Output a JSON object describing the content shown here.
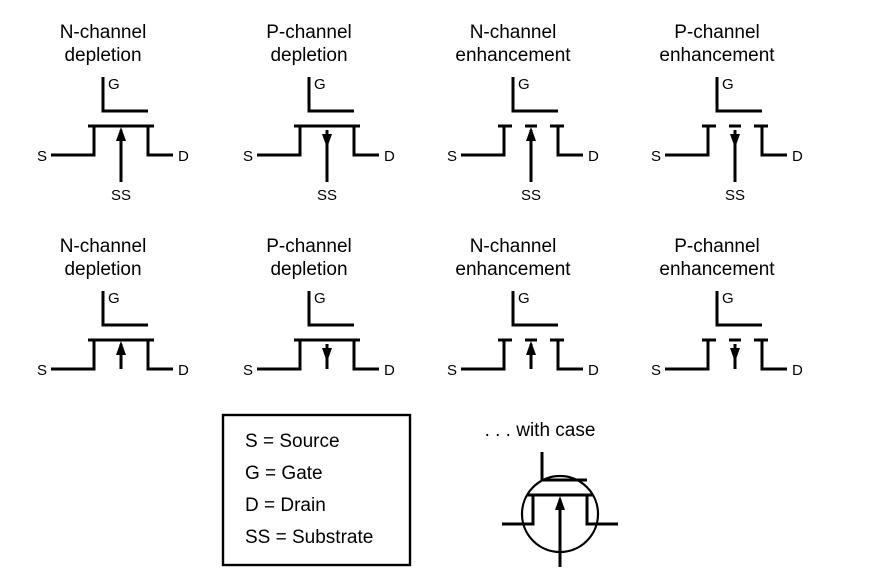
{
  "symbols": [
    {
      "line1": "N-channel",
      "line2": "depletion",
      "channel": "N",
      "mode": "depletion",
      "substrate_pin": true,
      "labels": {
        "gate": "G",
        "source": "S",
        "drain": "D",
        "substrate": "SS"
      }
    },
    {
      "line1": "P-channel",
      "line2": "depletion",
      "channel": "P",
      "mode": "depletion",
      "substrate_pin": true,
      "labels": {
        "gate": "G",
        "source": "S",
        "drain": "D",
        "substrate": "SS"
      }
    },
    {
      "line1": "N-channel",
      "line2": "enhancement",
      "channel": "N",
      "mode": "enhancement",
      "substrate_pin": true,
      "labels": {
        "gate": "G",
        "source": "S",
        "drain": "D",
        "substrate": "SS"
      }
    },
    {
      "line1": "P-channel",
      "line2": "enhancement",
      "channel": "P",
      "mode": "enhancement",
      "substrate_pin": true,
      "labels": {
        "gate": "G",
        "source": "S",
        "drain": "D",
        "substrate": "SS"
      }
    },
    {
      "line1": "N-channel",
      "line2": "depletion",
      "channel": "N",
      "mode": "depletion",
      "substrate_pin": false,
      "labels": {
        "gate": "G",
        "source": "S",
        "drain": "D",
        "substrate": ""
      }
    },
    {
      "line1": "P-channel",
      "line2": "depletion",
      "channel": "P",
      "mode": "depletion",
      "substrate_pin": false,
      "labels": {
        "gate": "G",
        "source": "S",
        "drain": "D",
        "substrate": ""
      }
    },
    {
      "line1": "N-channel",
      "line2": "enhancement",
      "channel": "N",
      "mode": "enhancement",
      "substrate_pin": false,
      "labels": {
        "gate": "G",
        "source": "S",
        "drain": "D",
        "substrate": ""
      }
    },
    {
      "line1": "P-channel",
      "line2": "enhancement",
      "channel": "P",
      "mode": "enhancement",
      "substrate_pin": false,
      "labels": {
        "gate": "G",
        "source": "S",
        "drain": "D",
        "substrate": ""
      }
    }
  ],
  "legend": {
    "items": [
      "S = Source",
      "G = Gate",
      "D = Drain",
      "SS = Substrate"
    ]
  },
  "case_symbol": {
    "caption": ". . . with case",
    "channel": "N",
    "mode": "depletion"
  }
}
